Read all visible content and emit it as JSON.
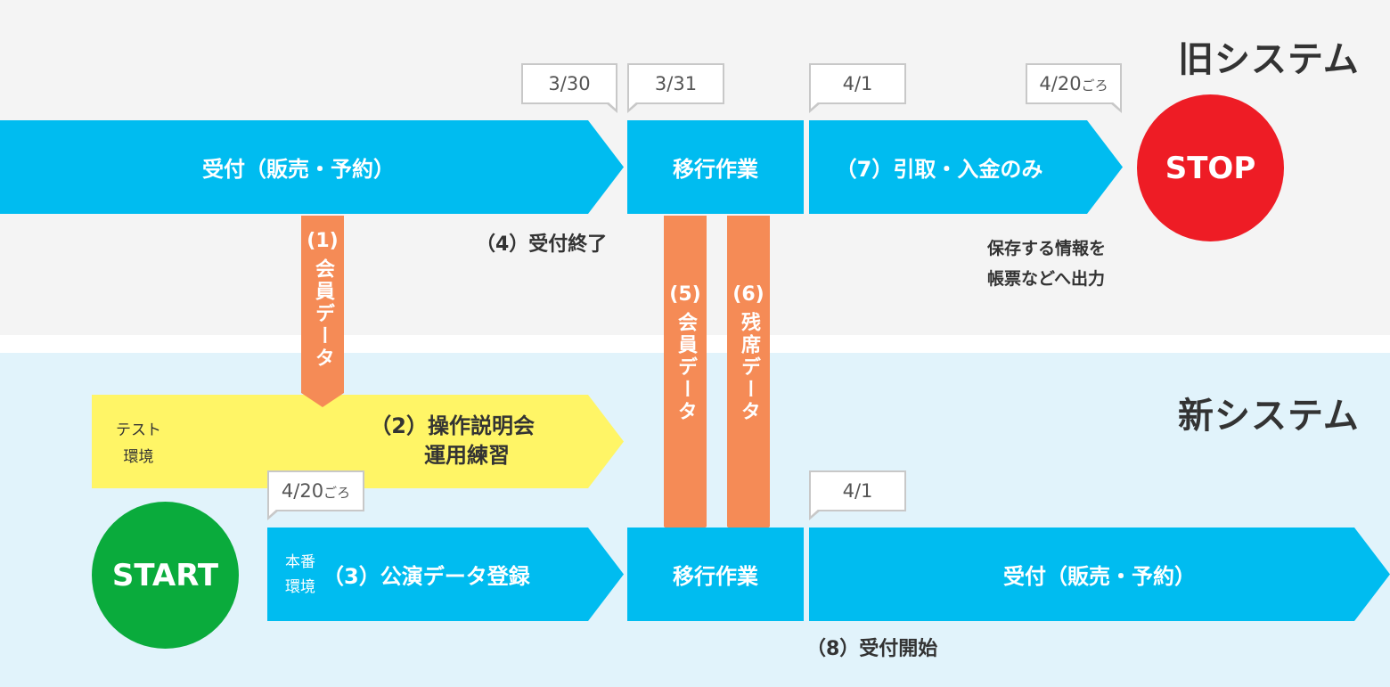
{
  "old_system": {
    "title": "旧システム",
    "dates": {
      "d1": "3/30",
      "d2": "3/31",
      "d3": "4/1",
      "d4_main": "4/20",
      "d4_suffix": "ごろ"
    },
    "bars": {
      "reception": "受付（販売・予約）",
      "migration": "移行作業",
      "pickup": "（7）引取・入金のみ"
    },
    "stop_label": "STOP",
    "reception_end": "（4）受付終了",
    "save_info": {
      "line1": "保存する情報を",
      "line2": "帳票などへ出力"
    }
  },
  "transfers": {
    "t1": {
      "num": "(1)",
      "text": "会員データ"
    },
    "t5": {
      "num": "(5)",
      "text": "会員データ"
    },
    "t6": {
      "num": "(6)",
      "text": "残席データ"
    }
  },
  "new_system": {
    "title": "新システム",
    "test_env": {
      "label_line1": "テスト",
      "label_line2": "環境",
      "text_line1": "（2）操作説明会",
      "text_line2": "運用練習"
    },
    "dates": {
      "d1_main": "4/20",
      "d1_suffix": "ごろ",
      "d2": "4/1"
    },
    "start_label": "START",
    "prod_env": {
      "label_line1": "本番",
      "label_line2": "環境",
      "text": "（3）公演データ登録"
    },
    "migration": "移行作業",
    "reception": "受付（販売・予約）",
    "reception_start": "（8）受付開始"
  },
  "colors": {
    "blue": "#00bcf0",
    "orange": "#f58b56",
    "yellow": "#fff566",
    "stop_red": "#ee1c25",
    "start_green": "#0aab3c"
  }
}
